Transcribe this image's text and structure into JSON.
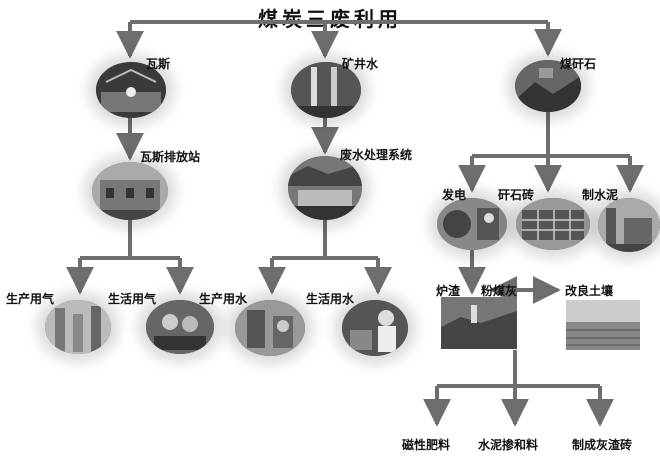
{
  "title": "煤炭三废利用",
  "branches": {
    "gas": "瓦斯",
    "gas_station": "瓦斯排放站",
    "production_gas": "生产用气",
    "domestic_gas": "生活用气",
    "mine_water": "矿井水",
    "wastewater_system": "废水处理系统",
    "production_water": "生产用水",
    "domestic_water": "生活用水",
    "gangue": "煤矸石",
    "power": "发电",
    "gangue_brick": "矸石砖",
    "cement": "制水泥",
    "slag": "炉渣",
    "fly_ash": "粉煤灰",
    "soil_improvement": "改良土壤",
    "magnetic_fertilizer": "磁性肥料",
    "cement_admixture": "水泥掺和料",
    "ash_brick": "制成灰渣砖"
  },
  "colors": {
    "line": "#6e6e6e",
    "text": "#111111",
    "photo": "#5a5a5a"
  }
}
